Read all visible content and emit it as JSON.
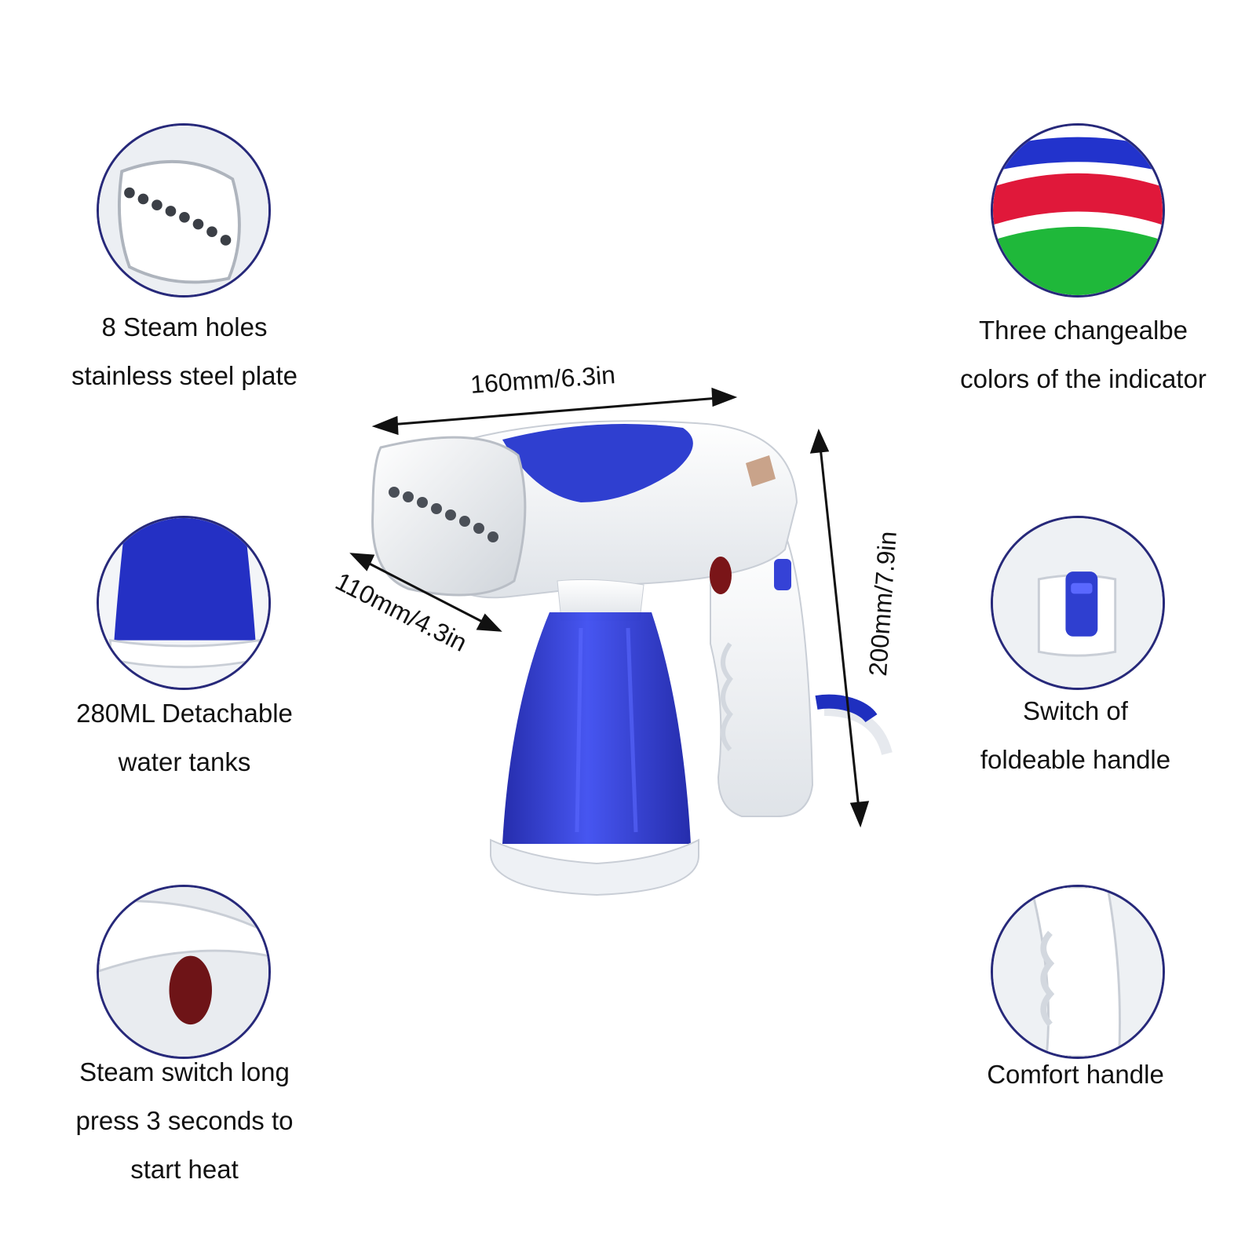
{
  "features": {
    "steam_holes": {
      "lines": [
        "8 Steam holes",
        "stainless steel plate"
      ]
    },
    "indicator": {
      "lines": [
        "Three changealbe",
        "colors of the indicator"
      ]
    },
    "water_tank": {
      "lines": [
        "280ML Detachable",
        "water tanks"
      ]
    },
    "fold_switch": {
      "lines": [
        "Switch of",
        "foldeable handle"
      ]
    },
    "steam_switch": {
      "lines": [
        "Steam switch long",
        "press 3 seconds to",
        "start heat"
      ]
    },
    "handle": {
      "lines": [
        "Comfort handle"
      ]
    }
  },
  "dimensions": {
    "width": "160mm/6.3in",
    "depth": "110mm/4.3in",
    "height": "200mm/7.9in"
  },
  "colors": {
    "brand_blue": "#1f2fbf",
    "circle_border": "#27297a",
    "indicator_red": "#e0183a",
    "indicator_green": "#1fb83a"
  }
}
